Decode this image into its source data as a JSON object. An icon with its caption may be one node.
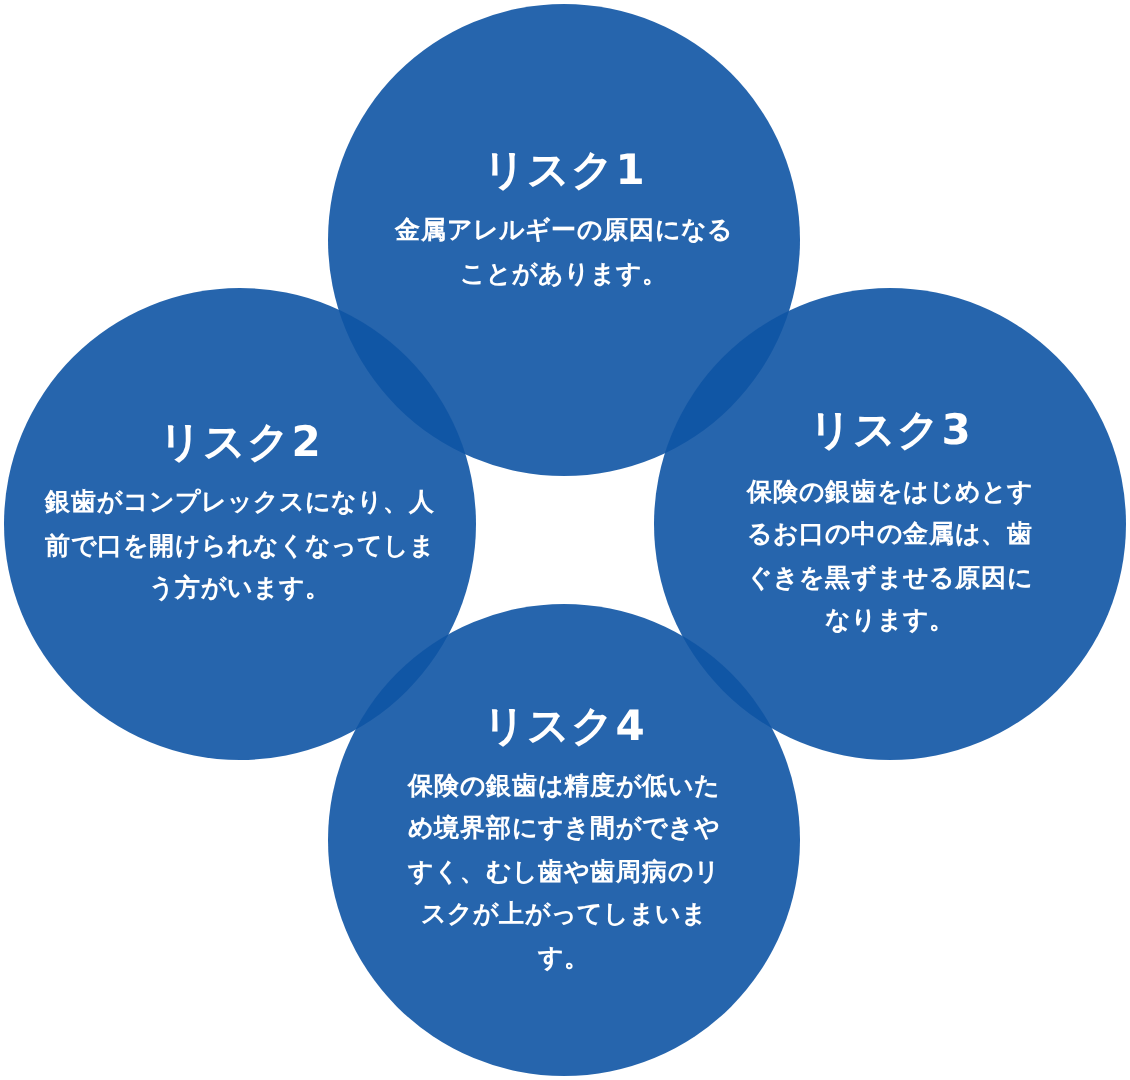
{
  "diagram": {
    "nodes": [
      {
        "text": [
          "リスク1",
          "金属アレルギーの原因になることがあります。"
        ]
      },
      {
        "text": [
          "リスク2",
          "銀歯がコンプレックスになり、人前で口を開けられなくなってしまう方がいます。"
        ]
      },
      {
        "text": [
          "リスク3",
          "保険の銀歯をはじめとするお口の中の金属は、歯ぐきを黒ずませる原因になります。"
        ]
      },
      {
        "text": [
          "リスク4",
          "保険の銀歯は精度が低いため境界部にすき間ができやすく、むし歯や歯周病のリスクが上がってしまいます。"
        ]
      }
    ]
  }
}
